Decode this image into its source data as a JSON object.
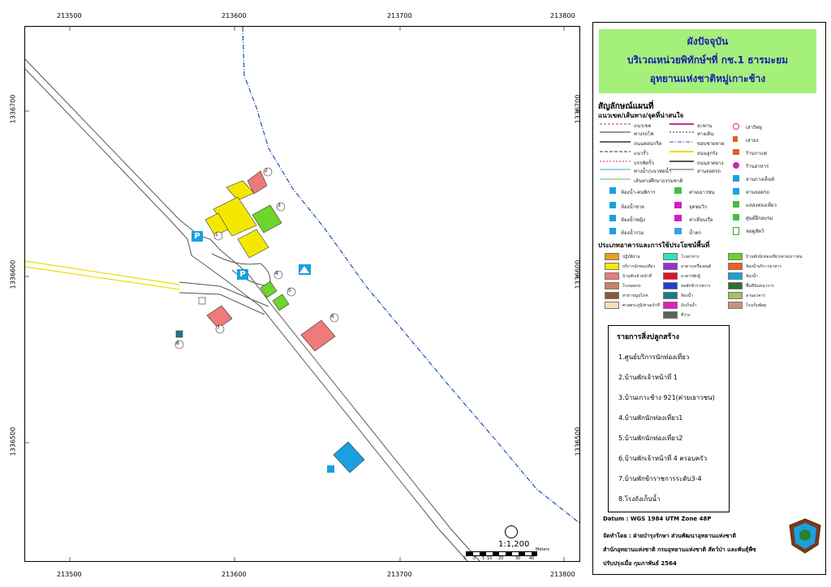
{
  "title": {
    "line1": "ผังปัจจุบัน",
    "line2": "บริเวณหน่วยพิทักษ์ฯที่ กช.1 ธารมะยม",
    "line3": "อุทยานแห่งชาติหมู่เกาะช้าง"
  },
  "grid": {
    "x_labels": [
      "213500",
      "213600",
      "213700",
      "213800"
    ],
    "y_labels": [
      "1336700",
      "1336600",
      "1336500"
    ]
  },
  "legend": {
    "symbols_title": "สัญลักษณ์แผนที่",
    "lines_subtitle": "แนวเขต/เส้นทาง/จุดที่น่าสนใจ",
    "line_items": [
      "แนวเขต",
      "ทางรถไฟ",
      "ถนนคอนกรีต",
      "แนวรั้ว",
      "บรรทัดรั้ว",
      "ทางน้ำ/แนวท่อน้ำ",
      "เส้นทางศึกษาธรรมชาติ",
      "สะพาน",
      "ทางเดิน",
      "ถนนลูกรัง",
      "ขอบชายหาด",
      "ถนนลาดยาง",
      "ลานจอดรถ"
    ],
    "point_items": [
      "เสาวิทยุ",
      "เสาธง",
      "ร้านกาแฟ",
      "ร้านอาหาร",
      "ลานกางเต็นท์",
      "ลานจอดรถ",
      "แหล่งท่องเที่ยว",
      "ศูนย์ฝึกอบรม",
      "หอดูสัตว์"
    ],
    "facility_items": [
      "ห้องน้ำ-คนพิการ",
      "ห้องน้ำชาย",
      "ห้องน้ำหญิง",
      "ห้องน้ำรวม",
      "ค่ายเยาวชน",
      "จุดชมวิว",
      "ท่าเทียบเรือ",
      "น้ำตก"
    ],
    "landuse_title": "ประเภทอาคารและการใช้ประโยชน์พื้นที่",
    "landuse": [
      {
        "label": "ปฏิบัติงาน",
        "color": "#e8a020"
      },
      {
        "label": "บริการนักท่องเที่ยว",
        "color": "#f5e800"
      },
      {
        "label": "บ้านพักเจ้าหน้าที่",
        "color": "#f07a7a"
      },
      {
        "label": "โรงจอดรถ",
        "color": "#c9806a"
      },
      {
        "label": "สาธารณูปโภค",
        "color": "#8b5a3c"
      },
      {
        "label": "ศาลพระภูมิ/ศาลเจ้าที่",
        "color": "#f5e0b8"
      },
      {
        "label": "โรงอาหาร",
        "color": "#30e0c0"
      },
      {
        "label": "อาคารเครื่องยนต์",
        "color": "#9b30d0"
      },
      {
        "label": "อาคารพักผู้",
        "color": "#e81020"
      },
      {
        "label": "หอพักข้าราชการ",
        "color": "#2040d0"
      },
      {
        "label": "ห้องน้ำ",
        "color": "#1a7a90"
      },
      {
        "label": "ถังเก็บน้ำ",
        "color": "#e020c0"
      },
      {
        "label": "ที่ว่าง",
        "color": "#606060"
      },
      {
        "label": "บ้านพักนักท่องเที่ยว/ค่ายเยาวชน",
        "color": "#70d030"
      },
      {
        "label": "ห้องน้ำบริการอาหาร",
        "color": "#f06020"
      },
      {
        "label": "ห้องน้ำ",
        "color": "#1aa0e0"
      },
      {
        "label": "พื้นที่นันทนาการ",
        "color": "#2a7030"
      },
      {
        "label": "ลานอาคาร",
        "color": "#a8c060"
      },
      {
        "label": "โรงเก็บพัสดุ",
        "color": "#d09080"
      }
    ]
  },
  "buildings_list": {
    "title": "รายการสิ่งปลูกสร้าง",
    "items": [
      "1.ศูนย์บริการนักท่องเที่ยว",
      "2.บ้านพักเจ้าหน้าที่ 1",
      "3.บ้านเกาะช้าง 921(ค่ายเยาวชน)",
      "4.บ้านพักนักท่องเที่ยว1",
      "5.บ้านพักนักท่องเที่ยว2",
      "6.บ้านพักเจ้าหน้าที่ 4 ครอบครัว",
      "7.บ้านพักข้าราชการระดับ3-4",
      "8.โรงถังเก็บน้ำ"
    ]
  },
  "map_labels": {
    "numbers": [
      "1",
      "2",
      "3",
      "4",
      "5",
      "6",
      "7",
      "8"
    ],
    "parking": "P",
    "scale_ratio": "1:1,200",
    "scale_ticks": [
      "5",
      "0",
      "5",
      "10",
      "20",
      "30",
      "40"
    ],
    "scale_unit": "Meters"
  },
  "footer": {
    "datum": "Datum : WGS 1984 UTM Zone 48P",
    "made_by": "จัดทำโดย : ฝ่ายบำรุงรักษา ส่วนพัฒนาอุทยานแห่งชาติ",
    "office": "สำนักอุทยานแห่งชาติ กรมอุทยานแห่งชาติ สัตว์ป่า และพันธุ์พืช",
    "updated": "ปรับปรุงเมื่อ กุมภาพันธ์ 2564"
  },
  "colors": {
    "yellow": "#f5e800",
    "green": "#6cd62a",
    "salmon": "#f07a7a",
    "blue": "#1aa0e0",
    "title_bg": "#a4f07a",
    "parking": "#1aa0e0"
  }
}
